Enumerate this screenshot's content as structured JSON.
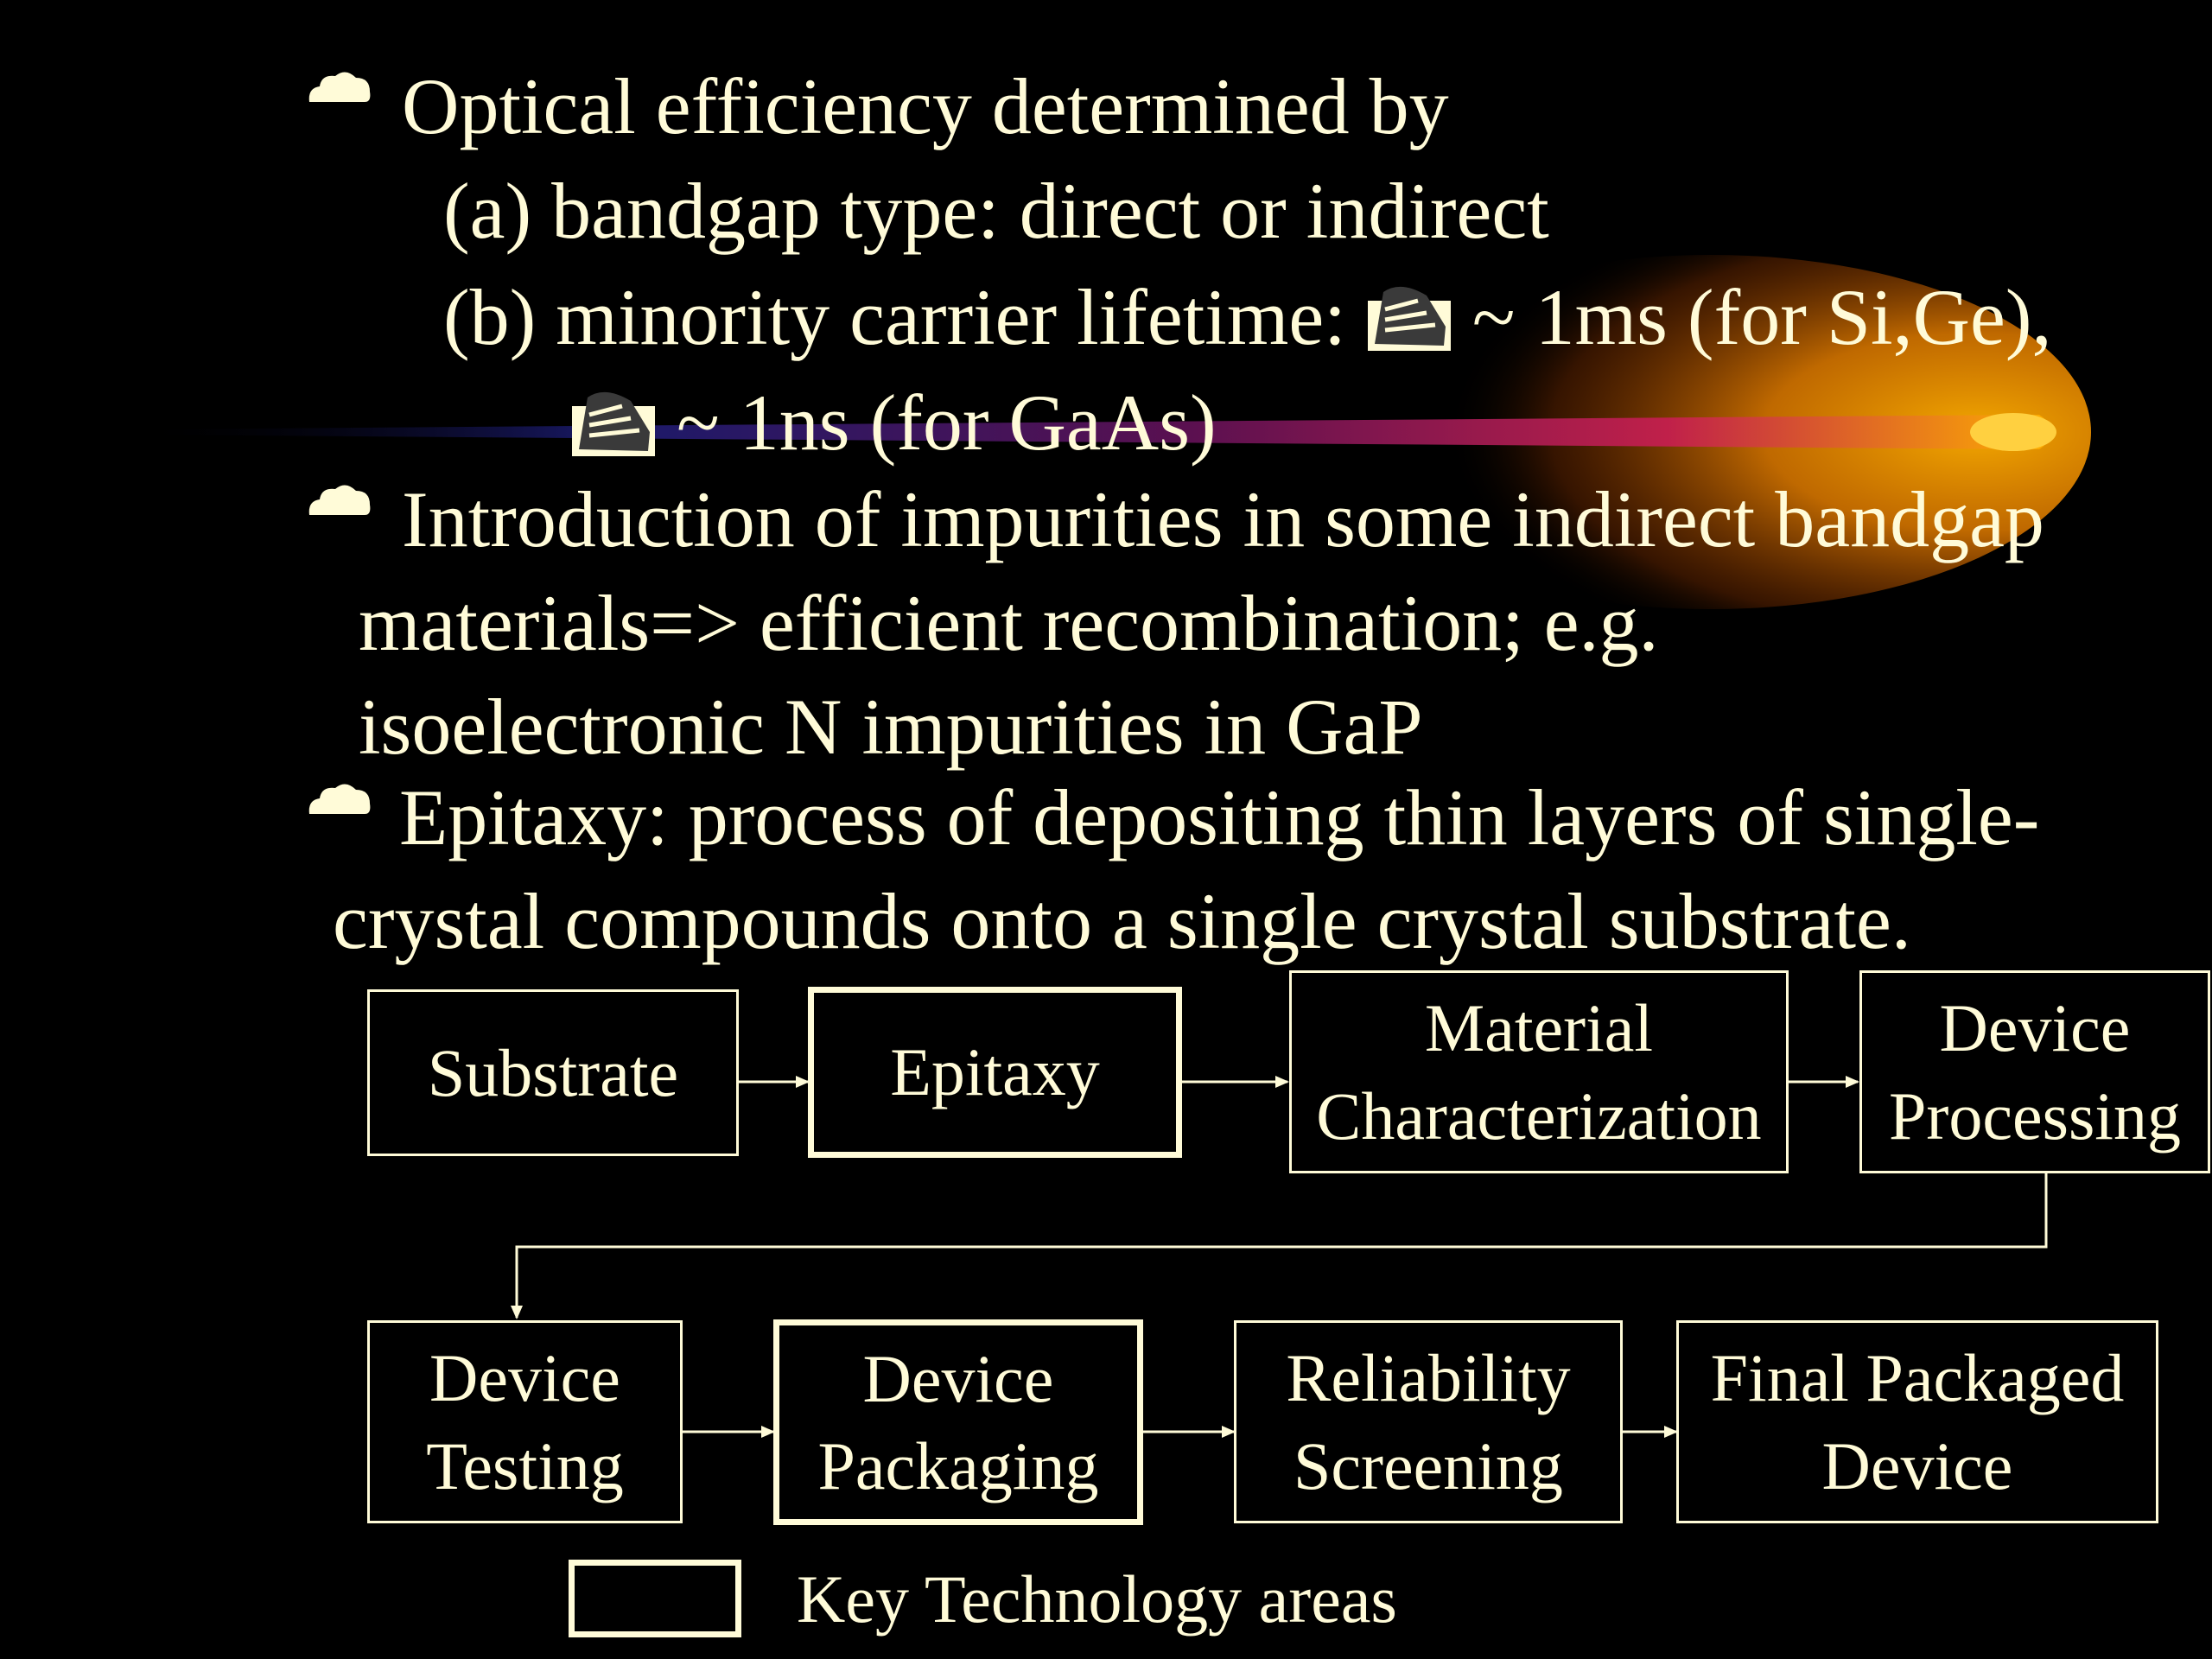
{
  "colors": {
    "background": "#000000",
    "text": "#fffbd8",
    "comet_glow": "#ff8c00",
    "comet_tail": "#1a1a6a"
  },
  "bullet_icon": "cloud-bullet-icon",
  "tau_icon": "tau-symbol-icon",
  "text": {
    "b1_line1": "Optical efficiency determined by",
    "b1_line2": "(a) bandgap type: direct or indirect",
    "b1_line3": "(b) minority carrier lifetime:",
    "b1_line3_value": "~ 1ms (for Si,Ge),",
    "b1_line4_value": "~ 1ns (for GaAs)",
    "b2_line1": "Introduction of impurities in some indirect bandgap",
    "b2_line2": "materials=> efficient recombination; e.g.",
    "b2_line3": "isoelectronic N impurities in GaP",
    "b3_line1": "Epitaxy: process of depositing thin layers of single-",
    "b3_line2": "crystal compounds onto a single crystal substrate."
  },
  "flow": {
    "row1": [
      {
        "label": "Substrate",
        "key": false
      },
      {
        "label": "Epitaxy",
        "key": true
      },
      {
        "label": "Material\nCharacterization",
        "key": false
      },
      {
        "label": "Device\nProcessing",
        "key": false
      }
    ],
    "row2": [
      {
        "label": "Device\nTesting",
        "key": false
      },
      {
        "label": "Device\nPackaging",
        "key": true
      },
      {
        "label": "Reliability\nScreening",
        "key": false
      },
      {
        "label": "Final Packaged\nDevice",
        "key": false
      }
    ]
  },
  "legend": {
    "label": "Key Technology areas"
  }
}
